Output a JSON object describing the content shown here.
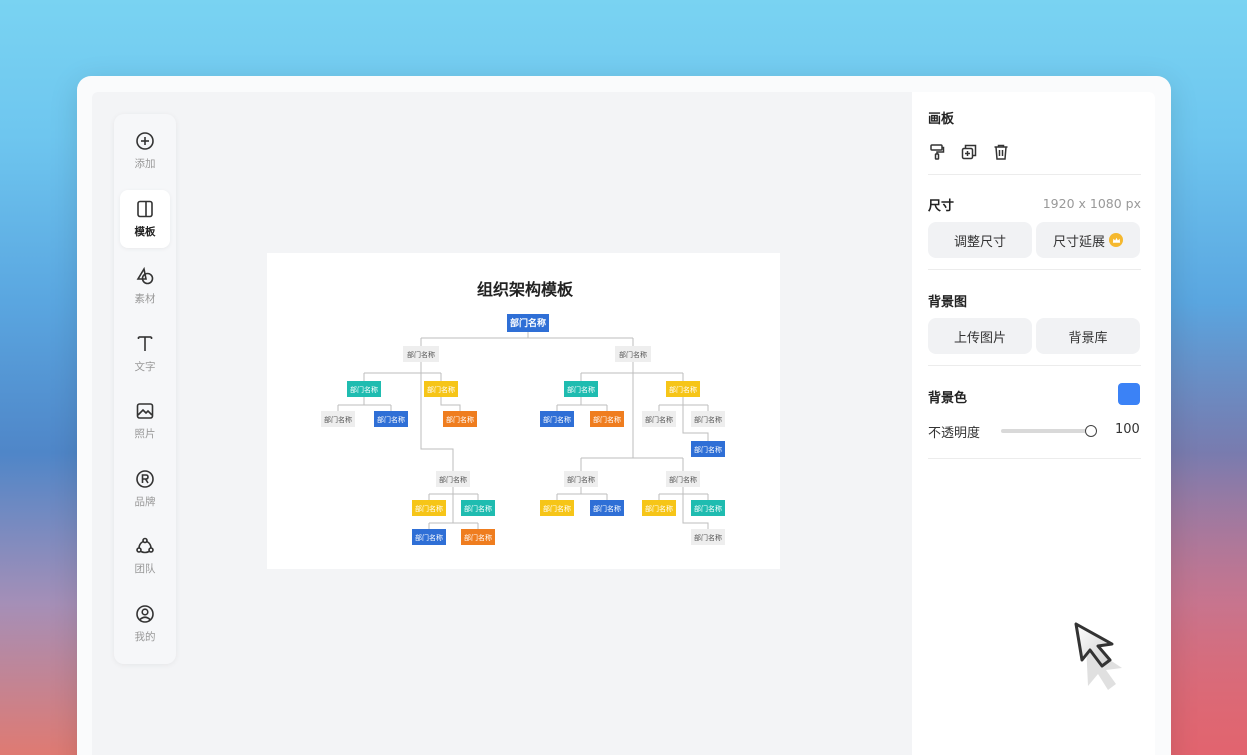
{
  "toolbar": {
    "items": [
      {
        "label": "添加",
        "icon": "plus-circle-icon"
      },
      {
        "label": "模板",
        "icon": "template-icon"
      },
      {
        "label": "素材",
        "icon": "shapes-icon"
      },
      {
        "label": "文字",
        "icon": "text-icon"
      },
      {
        "label": "照片",
        "icon": "image-icon"
      },
      {
        "label": "品牌",
        "icon": "brand-icon"
      },
      {
        "label": "团队",
        "icon": "team-icon"
      },
      {
        "label": "我的",
        "icon": "user-icon"
      }
    ],
    "active_index": 1
  },
  "canvas": {
    "title": "组织架构模板",
    "node_label": "部门名称",
    "colors": {
      "blue": "#2f6fd6",
      "teal": "#1fbcb0",
      "yellow": "#f6c518",
      "orange": "#ef7d1f",
      "gray": "#eeeeee"
    }
  },
  "panel": {
    "board_title": "画板",
    "size_title": "尺寸",
    "size_value": "1920 x 1080 px",
    "resize_button": "调整尺寸",
    "extend_button": "尺寸延展",
    "bg_image_title": "背景图",
    "upload_button": "上传图片",
    "library_button": "背景库",
    "bg_color_title": "背景色",
    "bg_color": "#3b82f6",
    "opacity_label": "不透明度",
    "opacity_value": "100"
  }
}
